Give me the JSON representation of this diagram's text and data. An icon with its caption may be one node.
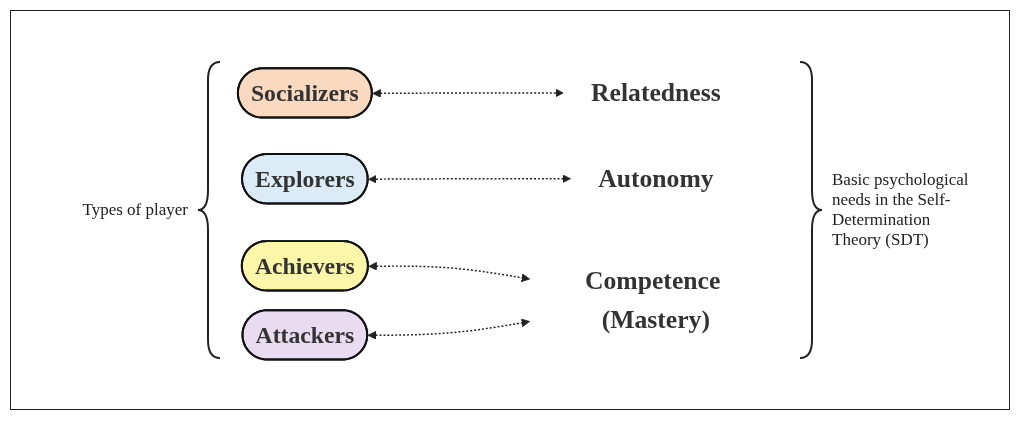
{
  "diagram": {
    "nodes": [
      {
        "text": [
          "Socializers"
        ]
      },
      {
        "text": [
          "Explorers"
        ]
      },
      {
        "text": [
          "Achievers"
        ]
      },
      {
        "text": [
          "Attackers"
        ]
      },
      {
        "text": [
          "Competence (Mastery)"
        ]
      },
      {
        "text": [
          "Autonomy"
        ]
      },
      {
        "text": [
          "Relatedness"
        ]
      }
    ],
    "edges": [
      {
        "from": 0,
        "to": 6,
        "arrow": "both",
        "style": "dashed"
      },
      {
        "from": 1,
        "to": 5,
        "arrow": "both",
        "style": "dashed"
      },
      {
        "from": 2,
        "to": 4,
        "arrow": "both",
        "style": "dashed"
      },
      {
        "from": 3,
        "to": 4,
        "arrow": "both",
        "style": "dashed"
      }
    ],
    "labels": [
      "Types of player",
      "Basic psychological needs in the Self-Determination Theory (SDT)"
    ]
  }
}
